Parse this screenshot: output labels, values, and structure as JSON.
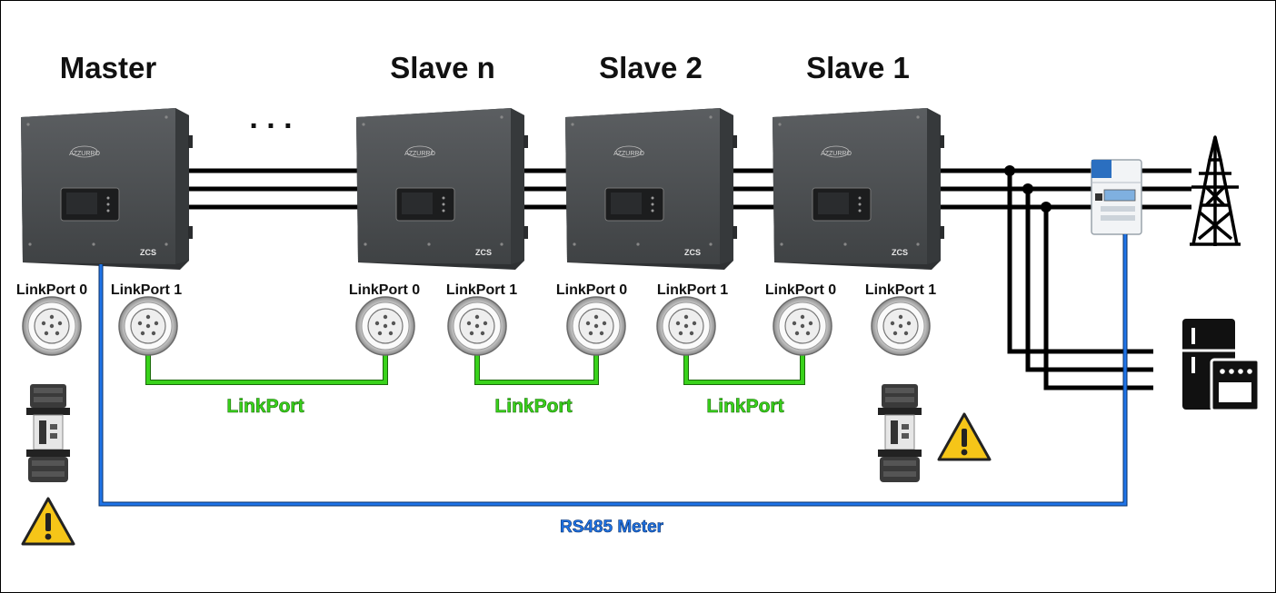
{
  "devices": {
    "master": "Master",
    "slave_n": "Slave n",
    "slave_2": "Slave 2",
    "slave_1": "Slave 1",
    "ellipsis": ". . ."
  },
  "ports": {
    "p0": "LinkPort 0",
    "p1": "LinkPort 1",
    "p2": "LinkPort 0",
    "p3": "LinkPort 1",
    "p4": "LinkPort 0",
    "p5": "LinkPort 1",
    "p6": "LinkPort 0",
    "p7": "LinkPort 1"
  },
  "links": {
    "l1": "LinkPort",
    "l2": "LinkPort",
    "l3": "LinkPort"
  },
  "rs485_label": "RS485 Meter",
  "brand": {
    "logo_text": "AZZURRO",
    "badge": "ZCS"
  },
  "icons": [
    "warning-icon",
    "grid-tower-icon",
    "appliance-icon",
    "energy-meter-icon",
    "terminator-plug-icon",
    "linkport-connector-icon"
  ],
  "colors": {
    "linkport": "#39d21b",
    "rs485": "#1f74e8",
    "inverter_body": "#4d5052",
    "warning": "#f5c518"
  }
}
